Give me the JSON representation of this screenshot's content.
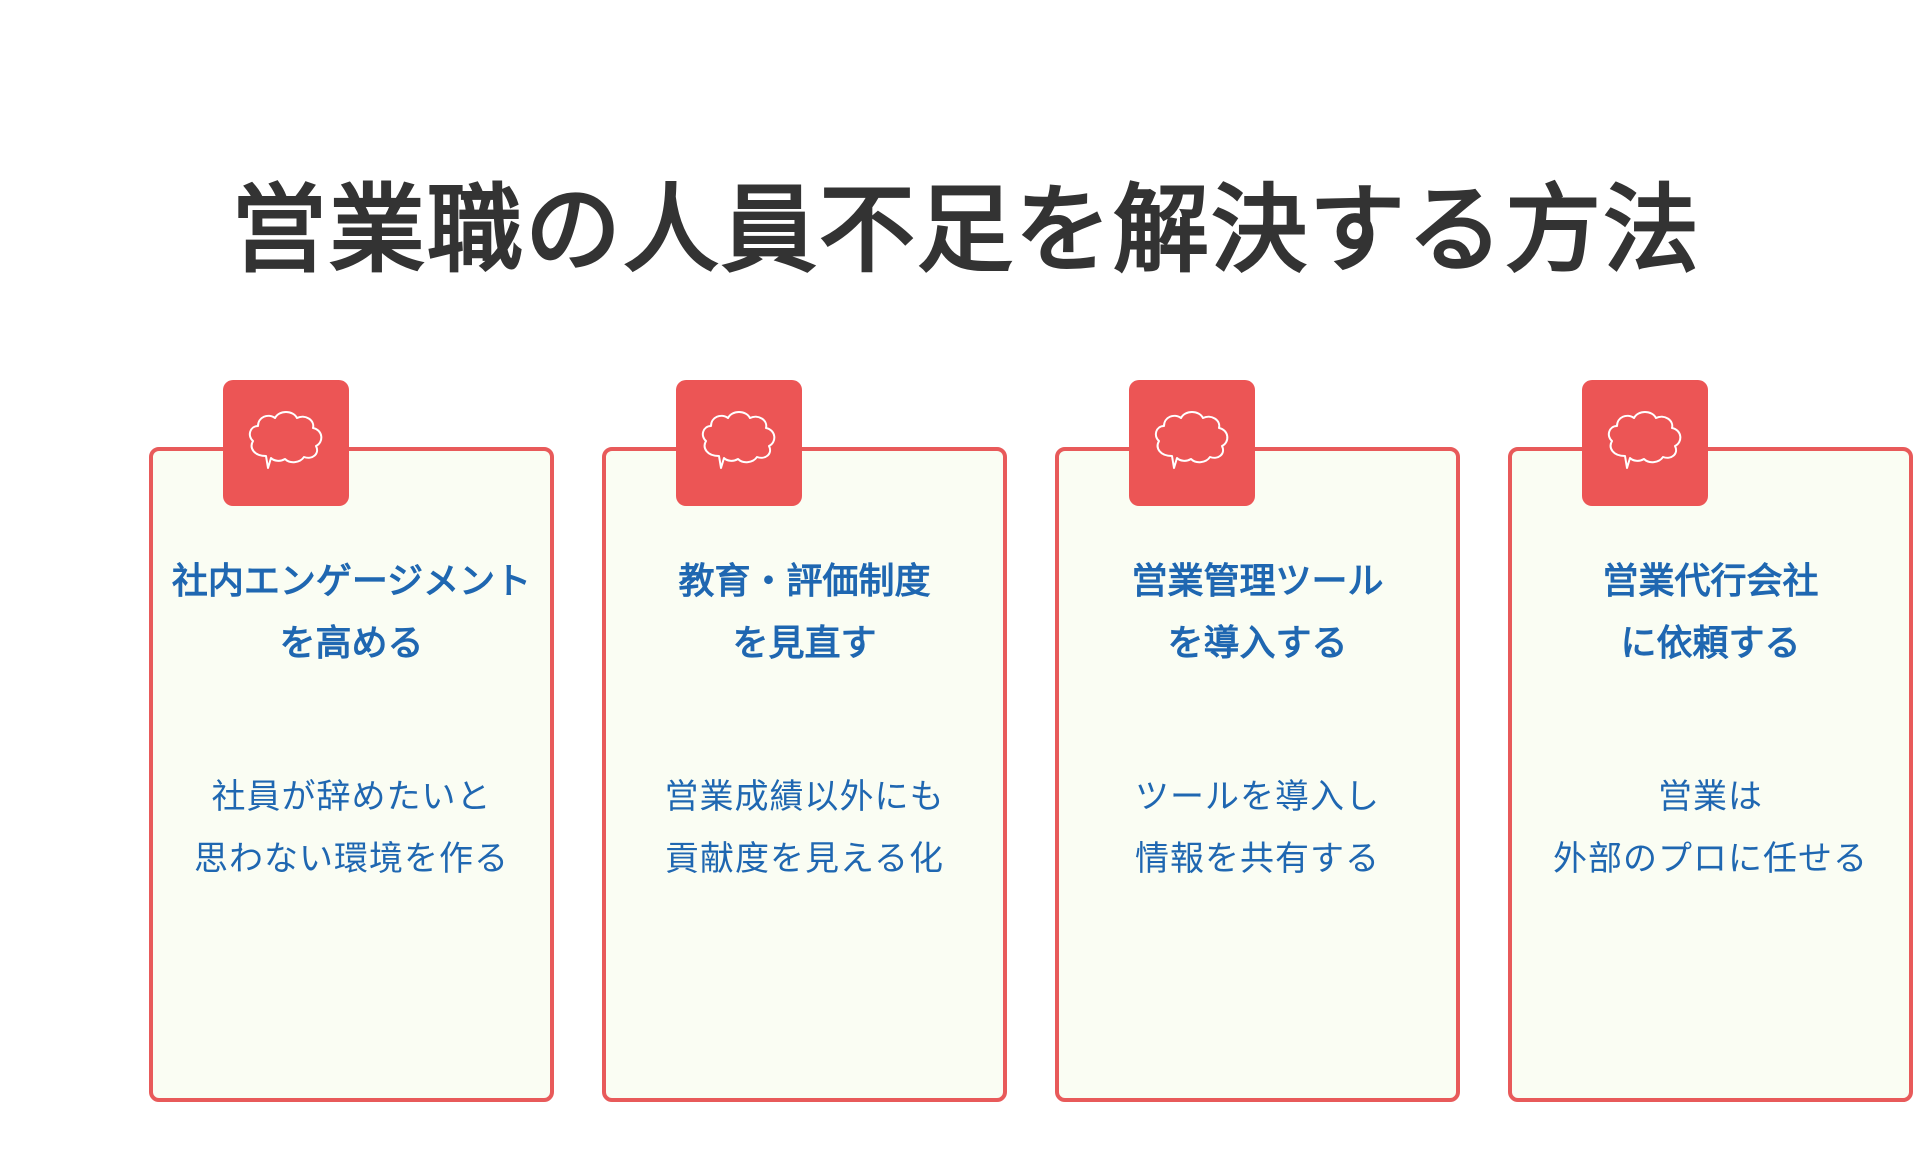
{
  "title": "営業職の人員不足を解決する方法",
  "cards": [
    {
      "heading_line1": "社内エンゲージメント",
      "heading_line2": "を高める",
      "desc_line1": "社員が辞めたいと",
      "desc_line2": "思わない環境を作る",
      "icon": "thought-bubble-icon"
    },
    {
      "heading_line1": "教育・評価制度",
      "heading_line2": "を見直す",
      "desc_line1": "営業成績以外にも",
      "desc_line2": "貢献度を見える化",
      "icon": "thought-bubble-icon"
    },
    {
      "heading_line1": "営業管理ツール",
      "heading_line2": "を導入する",
      "desc_line1": "ツールを導入し",
      "desc_line2": "情報を共有する",
      "icon": "thought-bubble-icon"
    },
    {
      "heading_line1": "営業代行会社",
      "heading_line2": "に依頼する",
      "desc_line1": "営業は",
      "desc_line2": "外部のプロに任せる",
      "icon": "thought-bubble-icon"
    }
  ],
  "colors": {
    "title": "#333333",
    "accent_red": "#ec5555",
    "card_border": "#e85a5a",
    "card_bg": "#fafdf3",
    "text_blue": "#1f67b1"
  }
}
